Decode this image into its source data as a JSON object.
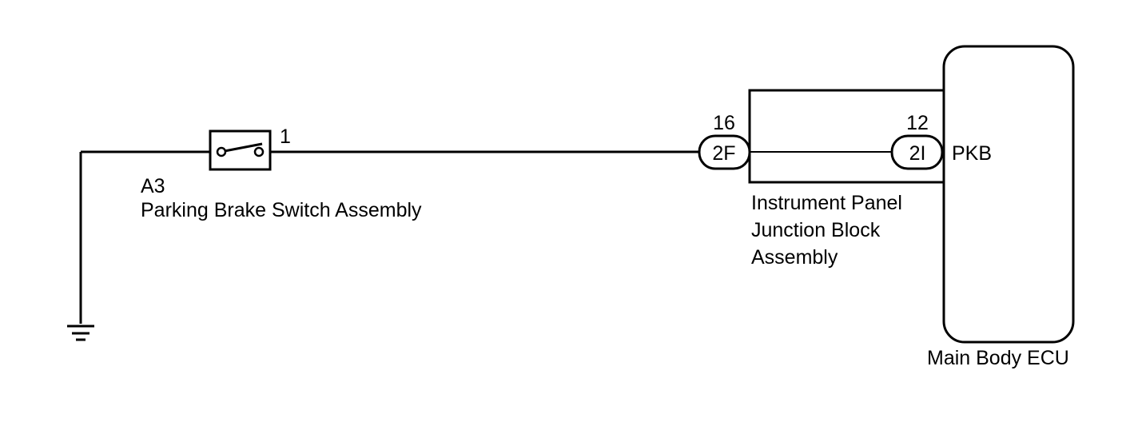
{
  "switch": {
    "code": "A3",
    "name": "Parking Brake Switch Assembly",
    "pin": "1"
  },
  "junction_block": {
    "name_line1": "Instrument Panel",
    "name_line2": "Junction Block",
    "name_line3": "Assembly",
    "connector_in": {
      "pin": "16",
      "code": "2F"
    },
    "connector_out": {
      "pin": "12",
      "code": "2I"
    }
  },
  "ecu": {
    "name": "Main Body ECU",
    "terminal": "PKB"
  },
  "colors": {
    "line": "#000000",
    "background": "#ffffff"
  }
}
